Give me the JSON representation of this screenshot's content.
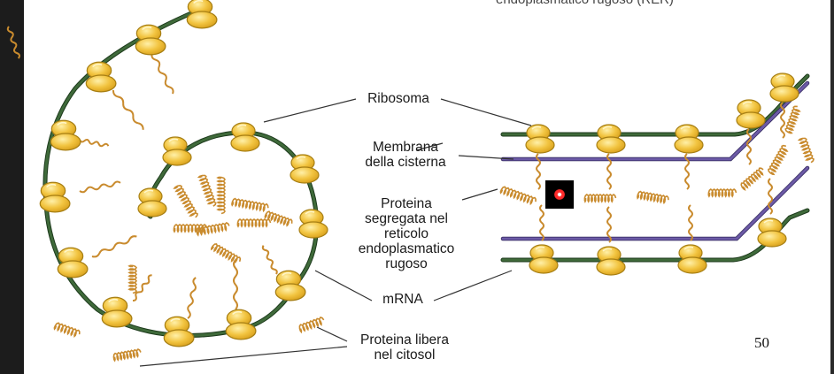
{
  "labels": {
    "ribosoma": "Ribosoma",
    "membrana": [
      "Membrana",
      "della cisterna"
    ],
    "proteina_segregata": [
      "Proteina",
      "segregata nel",
      "reticolo",
      "endoplasmatico",
      "rugoso"
    ],
    "mrna": "mRNA",
    "proteina_libera": [
      "Proteina libera",
      "nel citosol"
    ]
  },
  "page_number": "50",
  "cutoff_title": "endoplasmatico rugoso (RER)",
  "colors": {
    "ribosome": "#f2c440",
    "ribosome_edge": "#a77f14",
    "mrna": "#3f6a3a",
    "membrane": "#6c5aa6",
    "protein": "#c98b2e",
    "leader": "#333333"
  }
}
